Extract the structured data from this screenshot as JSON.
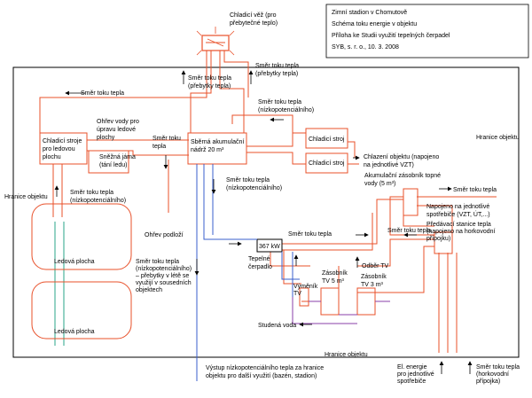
{
  "info": {
    "title": "Zimní stadion v Chomutově",
    "line2": "Schéma toku energie v objektu",
    "line3": "Příloha ke Studii využití tepelných čerpadel",
    "line4": "SYB, s. r. o., 10. 3. 2008"
  },
  "labels": {
    "cooling_tower": [
      "Chladicí věž (pro",
      "přebytečné teplo)"
    ],
    "flow_top_left": "Směr toku tepla",
    "flow_surplus_1": [
      "Směr toku tepla",
      "(přebytky tepla)"
    ],
    "flow_surplus_2": [
      "Směr toku tepla",
      "(přebytky tepla)"
    ],
    "flow_lowpot_top": [
      "Směr toku tepla",
      "(nízkopotenciálního)"
    ],
    "heating_ice_water": [
      "Ohřev vody pro",
      "úpravu ledové",
      "plochy"
    ],
    "cooling_machines_ice": [
      "Chladicí stroje",
      "pro ledovou",
      "plochu"
    ],
    "flow_mid": [
      "Směr toku",
      "tepla"
    ],
    "accum_tank": [
      "Sběrná akumulační",
      "nádrž 20 m³"
    ],
    "chiller1": "Chladicí stroj",
    "chiller2": "Chladicí stroj",
    "cooling_object": [
      "Chlazení objektu (napojeno",
      "na jednotlivé VZT)"
    ],
    "object_boundary_right": "Hranice objektu",
    "object_boundary_left": "Hranice objektu",
    "object_boundary_bottom": "Hranice objektu",
    "snow_pit": [
      "Sněžná jáma",
      "(tání ledu)"
    ],
    "flow_lowpot_left": [
      "Směr toku tepla",
      "(nízkopotenciálního)"
    ],
    "flow_lowpot_center": [
      "Směr toku tepla",
      "(nízkopotenciálního)"
    ],
    "accum_heating_tank": [
      "Akumulační zásobník topné",
      "vody (5 m³)"
    ],
    "flow_right_top": "Směr toku tepla",
    "connected_vzt": [
      "Napojeno na jednotlivé",
      "spotřebiče (VZT, ÚT,...)"
    ],
    "transfer_station": [
      "Předávací stanice tepla",
      "(napojeno na horkovodní",
      "přípojku)"
    ],
    "subfloor_heating": "Ohřev podloží",
    "ice_rink_1": "Ledová plocha",
    "ice_rink_2": "Ledová plocha",
    "heat_pump_power": "367 kW",
    "heat_pump": [
      "Tepelné",
      "čerpadlo"
    ],
    "flow_pump_out": "Směr toku tepla",
    "flow_right_mid": "Směr toku tepla",
    "flow_surplus_summer": [
      "Směr toku tepla",
      "(nízkopotenciálního)",
      "– přebytky v létě se",
      "využijí v sousedních",
      "objektech"
    ],
    "hot_water_draw": "Odběr TV",
    "exchanger": [
      "Výměník",
      "TV"
    ],
    "tank_tv1": [
      "Zásobník",
      "TV 5 m³"
    ],
    "tank_tv2": [
      "Zásobník",
      "TV 3 m³"
    ],
    "cold_water": "Studená voda",
    "lowpot_output": [
      "Výstup nízkopotenciálního tepla za hranice",
      "objektu pro další využití (bazén, stadion)"
    ],
    "electric_energy": [
      "El. energie",
      "pro jednotlivé",
      "spotřebiče"
    ],
    "flow_hot_pipe": [
      "Směr toku tepla",
      "(horkovodní",
      "přípojka)"
    ]
  },
  "colors": {
    "hot_pipe": "#e8502a",
    "cold_pipe": "#3a5fcd",
    "purple_pipe": "#8a3fa8",
    "green_pipe": "#2aa58a",
    "ice_outline": "#e8502a",
    "boundary": "#000000"
  }
}
